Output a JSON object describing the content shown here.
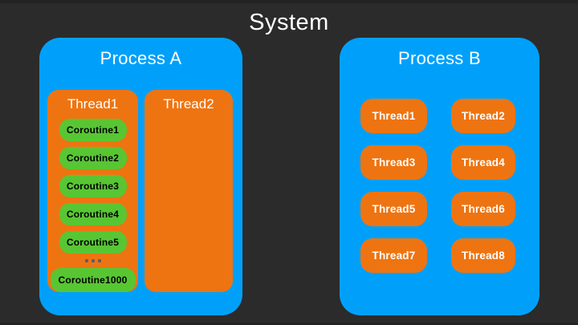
{
  "title": "System",
  "colors": {
    "background": "#2b2b2b",
    "process_fill": "#00a0fa",
    "thread_fill": "#ee7411",
    "coroutine_fill": "#58c633",
    "title_text": "#ffffff",
    "coroutine_text": "#000000",
    "ellipsis_dots": "#4f6272"
  },
  "process_a": {
    "title": "Process A",
    "thread1": {
      "label": "Thread1",
      "coroutines": [
        "Coroutine1",
        "Coroutine2",
        "Coroutine3",
        "Coroutine4",
        "Coroutine5"
      ],
      "ellipsis": "...",
      "last_coroutine": "Coroutine1000"
    },
    "thread2": {
      "label": "Thread2"
    }
  },
  "process_b": {
    "title": "Process B",
    "threads": [
      "Thread1",
      "Thread2",
      "Thread3",
      "Thread4",
      "Thread5",
      "Thread6",
      "Thread7",
      "Thread8"
    ]
  }
}
